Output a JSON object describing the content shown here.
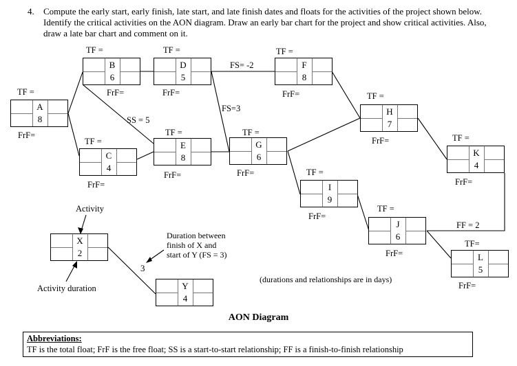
{
  "question": {
    "number": "4.",
    "text": "Compute the early start, early finish, late start, and late finish dates and floats for the activities of the project shown below. Identify the critical activities on the AON diagram. Draw an early bar chart for the project and show critical activities. Also, draw a late bar chart and comment on it."
  },
  "activities": [
    {
      "id": "A",
      "duration": "8",
      "tf": "TF =",
      "frf": "FrF="
    },
    {
      "id": "B",
      "duration": "6",
      "tf": "TF =",
      "frf": "FrF="
    },
    {
      "id": "C",
      "duration": "4",
      "tf": "TF =",
      "frf": "FrF="
    },
    {
      "id": "D",
      "duration": "5",
      "tf": "TF =",
      "frf": "FrF="
    },
    {
      "id": "E",
      "duration": "8",
      "tf": "TF =",
      "frf": "FrF="
    },
    {
      "id": "F",
      "duration": "8",
      "tf": "TF =",
      "frf": "FrF="
    },
    {
      "id": "G",
      "duration": "6",
      "tf": "TF =",
      "frf": "FrF="
    },
    {
      "id": "H",
      "duration": "7",
      "tf": "TF =",
      "frf": "FrF="
    },
    {
      "id": "I",
      "duration": "9",
      "tf": "TF =",
      "frf": "FrF="
    },
    {
      "id": "J",
      "duration": "6",
      "tf": "TF =",
      "frf": "FrF="
    },
    {
      "id": "K",
      "duration": "4",
      "tf": "TF =",
      "frf": "FrF="
    },
    {
      "id": "L",
      "duration": "5",
      "tf": "TF=",
      "frf": "FrF="
    }
  ],
  "relationships": [
    {
      "from": "A",
      "to": "B",
      "label": ""
    },
    {
      "from": "A",
      "to": "C",
      "label": ""
    },
    {
      "from": "B",
      "to": "D",
      "label": ""
    },
    {
      "from": "B",
      "to": "E",
      "label": "SS = 5"
    },
    {
      "from": "C",
      "to": "E",
      "label": ""
    },
    {
      "from": "D",
      "to": "F",
      "label": "FS= -2"
    },
    {
      "from": "D",
      "to": "G",
      "label": "FS=3"
    },
    {
      "from": "E",
      "to": "G",
      "label": ""
    },
    {
      "from": "F",
      "to": "H",
      "label": ""
    },
    {
      "from": "G",
      "to": "H",
      "label": ""
    },
    {
      "from": "G",
      "to": "I",
      "label": ""
    },
    {
      "from": "H",
      "to": "K",
      "label": ""
    },
    {
      "from": "I",
      "to": "J",
      "label": ""
    },
    {
      "from": "J",
      "to": "K",
      "label": "FF = 2"
    },
    {
      "from": "J",
      "to": "L",
      "label": ""
    }
  ],
  "legend": {
    "activity_label": "Activity",
    "duration_label": "Activity duration",
    "lag_label": "Duration between finish of X and start of Y (FS = 3)",
    "lag_line1": "Duration between",
    "lag_line2": "finish of X and",
    "lag_line3": "start of Y (FS = 3)",
    "lag_value": "3",
    "x": {
      "id": "X",
      "duration": "2"
    },
    "y": {
      "id": "Y",
      "duration": "4"
    }
  },
  "units_note": "(durations and relationships are in days)",
  "diagram_title": "AON Diagram",
  "abbreviations": {
    "heading": "Abbreviations:",
    "text": "TF is the total float; FrF is the free float; SS is a start-to-start relationship; FF is a finish-to-finish relationship"
  }
}
